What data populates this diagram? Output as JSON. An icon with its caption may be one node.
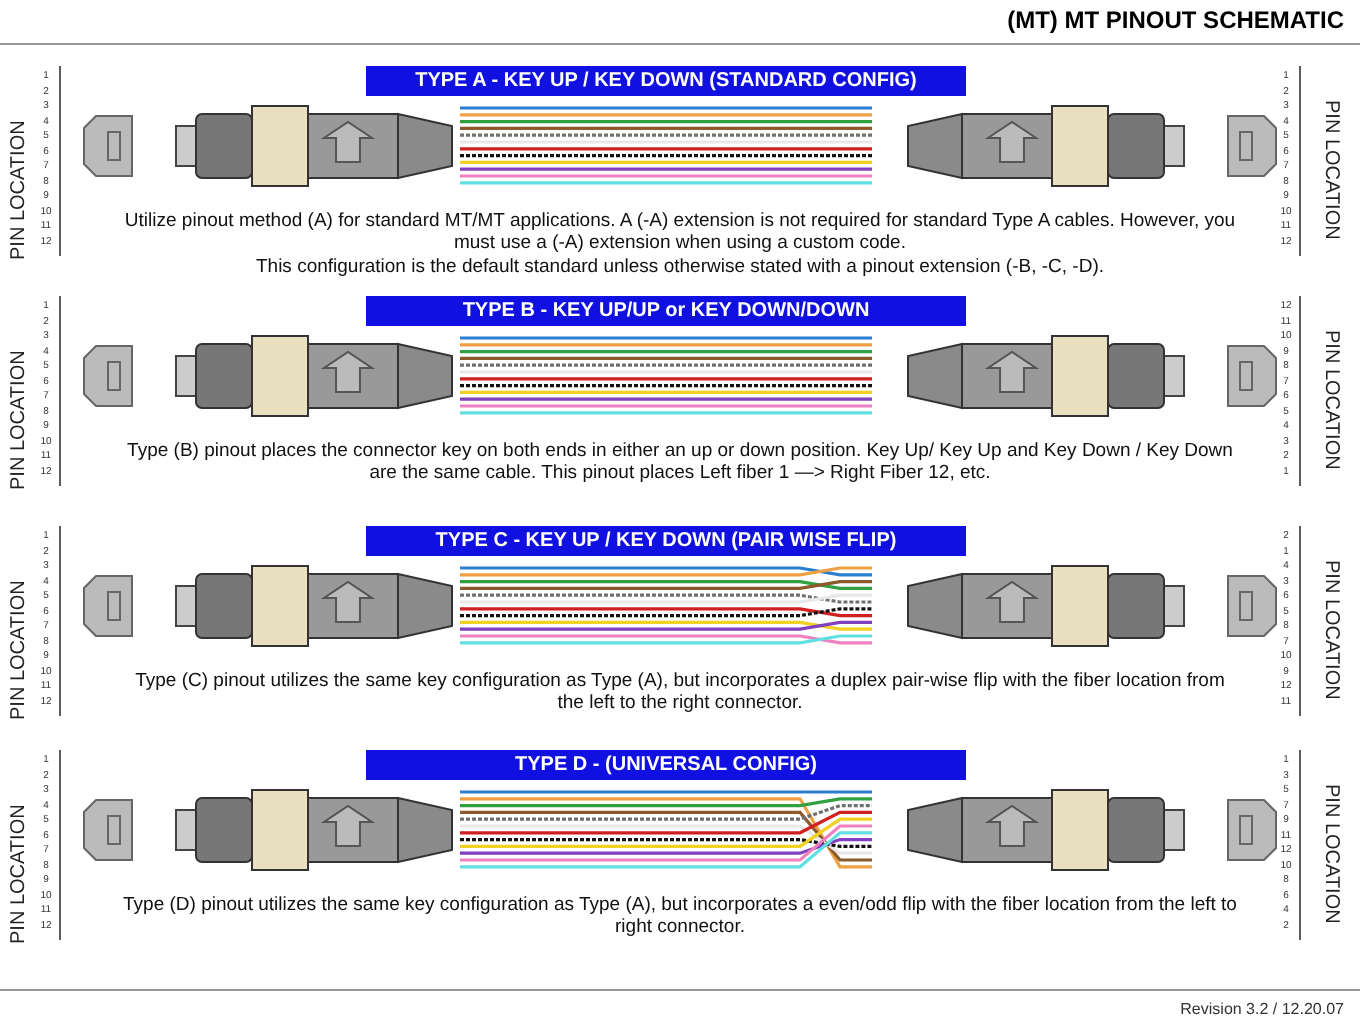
{
  "diagram": {
    "title": "(MT) MT PINOUT SCHEMATIC",
    "labels": [
      "TYPE A - KEY UP / KEY DOWN (STANDARD CONFIG)",
      "PIN LOCATION",
      "1",
      "2",
      "3",
      "4",
      "5",
      "6",
      "7",
      "8",
      "9",
      "10",
      "11",
      "12",
      "1",
      "2",
      "3",
      "4",
      "5",
      "6",
      "7",
      "8",
      "9",
      "10",
      "11",
      "12",
      "PIN LOCATION",
      "Utilize pinout method (A) for standard MT/MT applications. A (-A) extension is not required for standard Type A cables. However, you must use a (-A) extension when using a custom code.",
      "This configuration is the default standard unless otherwise stated with a pinout extension (-B, -C, -D).",
      "TYPE B - KEY UP/UP or KEY DOWN/DOWN",
      "PIN LOCATION",
      "1",
      "2",
      "3",
      "4",
      "5",
      "6",
      "7",
      "8",
      "9",
      "10",
      "11",
      "12",
      "12",
      "11",
      "10",
      "9",
      "8",
      "7",
      "6",
      "5",
      "4",
      "3",
      "2",
      "1",
      "PIN LOCATION",
      "Type (B) pinout places the connector key on both ends in either an up or down position. Key Up/ Key Up and Key Down / Key Down are the same cable. This pinout places Left fiber 1 —> Right Fiber 12, etc.",
      "TYPE C - KEY UP / KEY DOWN (PAIR WISE FLIP)",
      "PIN LOCATION",
      "1",
      "2",
      "3",
      "4",
      "5",
      "6",
      "7",
      "8",
      "9",
      "10",
      "11",
      "12",
      "2",
      "1",
      "4",
      "3",
      "6",
      "5",
      "8",
      "7",
      "10",
      "9",
      "12",
      "11",
      "PIN LOCATION",
      "Type (C) pinout utilizes the same key configuration as Type (A), but incorporates a duplex pair-wise flip with the fiber location from the left to the right connector.",
      "TYPE D - (UNIVERSAL CONFIG)",
      "PIN LOCATION",
      "1",
      "2",
      "3",
      "4",
      "5",
      "6",
      "7",
      "8",
      "9",
      "10",
      "11",
      "12",
      "1",
      "3",
      "5",
      "7",
      "9",
      "11",
      "12",
      "10",
      "8",
      "6",
      "4",
      "2",
      "PIN LOCATION",
      "Type (D) pinout utilizes the same key configuration as Type (A), but incorporates a even/odd flip with the fiber location from the left to right connector.",
      "Revision 3.2  /  12.20.07"
    ]
  }
}
